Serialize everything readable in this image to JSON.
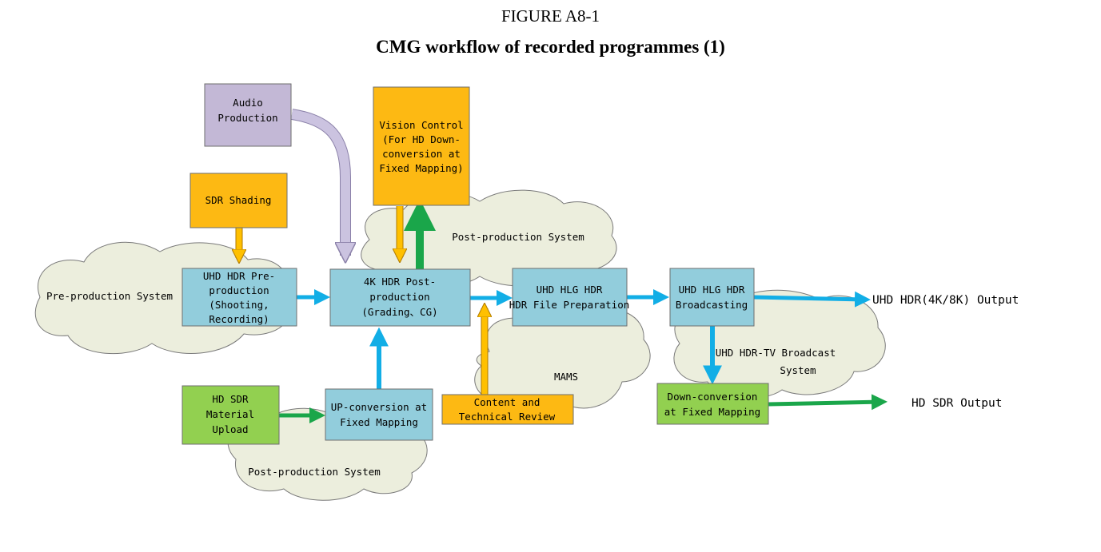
{
  "figure": {
    "number": "FIGURE A8-1",
    "title": "CMG workflow of recorded programmes (1)"
  },
  "clouds": {
    "preproduction": "Pre-production System",
    "postproduction_top": "Post-production System",
    "mams": "MAMS",
    "broadcast": [
      "UHD HDR-TV Broadcast",
      "System"
    ],
    "postproduction_bottom": "Post-production System"
  },
  "boxes": {
    "audio": [
      "Audio",
      "Production"
    ],
    "vision": [
      "Vision Control",
      "(For HD Down-",
      "conversion at",
      "Fixed Mapping)"
    ],
    "sdr_shading": [
      "SDR Shading"
    ],
    "uhd_pre": [
      "UHD HDR Pre-",
      "production",
      "(Shooting,",
      "Recording)"
    ],
    "post4k": [
      "4K HDR Post-",
      "production",
      "(Grading、CG)"
    ],
    "file_prep": [
      "UHD HLG HDR",
      "HDR File Preparation"
    ],
    "broadcasting": [
      "UHD HLG HDR",
      "Broadcasting"
    ],
    "hd_upload": [
      "HD SDR",
      "Material",
      "Upload"
    ],
    "upconv": [
      "UP-conversion at",
      "Fixed Mapping"
    ],
    "review": [
      "Content and",
      "Technical Review"
    ],
    "downconv": [
      "Down-conversion",
      "at Fixed Mapping"
    ]
  },
  "outputs": {
    "uhd": "UHD HDR(4K/8K) Output",
    "hd": "HD SDR Output"
  },
  "colors": {
    "purple_box": "#c3b8d6",
    "orange_box": "#fdb913",
    "blue_box": "#92cddc",
    "green_box": "#92d050",
    "blue_arrow": "#12aee6",
    "green_arrow": "#1aa64a",
    "orange_arrow": "#ffc000",
    "purple_arrow": "#cbc3e0",
    "cloud_fill": "#eceedd"
  }
}
